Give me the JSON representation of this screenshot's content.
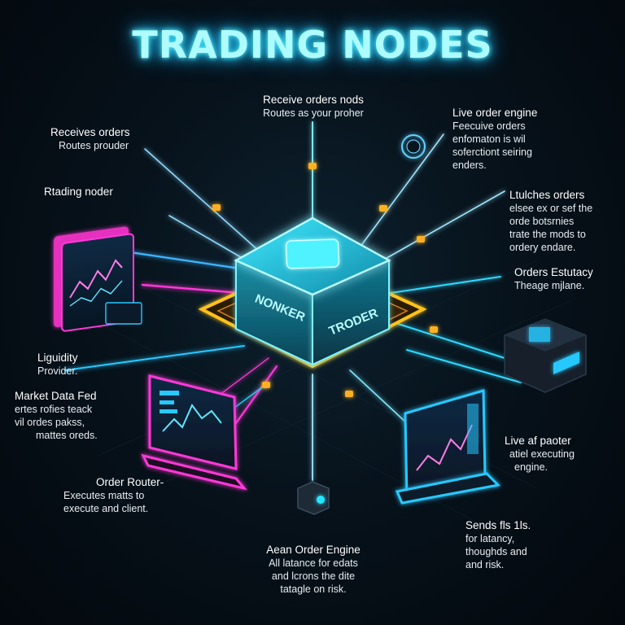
{
  "title": "TRADING NODES",
  "hub": {
    "left_label": "NONKER",
    "right_label": "TRODER"
  },
  "labels": {
    "top_center": {
      "heading": "Receive orders nods",
      "lines": [
        "Routes as your proher"
      ]
    },
    "top_left": {
      "heading": "Receives orders",
      "lines": [
        "Routes prouder"
      ]
    },
    "left_node": {
      "heading": "Rtading noder",
      "lines": []
    },
    "liquidity": {
      "heading": "Liguidity",
      "lines": [
        "Provider."
      ]
    },
    "market_feed": {
      "heading": "Market Data Fed",
      "lines": [
        "ertes rofies teack",
        "vil ordes pakss,",
        "mattes oreds."
      ]
    },
    "order_router": {
      "heading": "Order Router-",
      "lines": [
        "Executes matts to",
        "execute and client."
      ]
    },
    "bottom": {
      "heading": "Aean Order Engine",
      "lines": [
        "All latance for edats",
        "and lcrons the dite",
        "tatagle on risk."
      ]
    },
    "top_right": {
      "heading": "Live order engine",
      "lines": [
        "Feecuive orders",
        "enfomaton is wil",
        "soferctiont seiring",
        "enders."
      ]
    },
    "right_1": {
      "heading": "Ltulches orders",
      "lines": [
        "elsee ex or sef the",
        "orde botsrnies",
        "trate the mods to",
        "ordery endare."
      ]
    },
    "right_2": {
      "heading": "Orders Estutacy",
      "lines": [
        "Theage mjlane."
      ]
    },
    "right_3": {
      "heading": "Live af paoter",
      "lines": [
        "atiel executing",
        "engine."
      ]
    },
    "right_4": {
      "heading": "Sends fls 1ls.",
      "lines": [
        "for latancy,",
        "thoughds and",
        "and risk."
      ]
    }
  },
  "colors": {
    "cyan": "#27e6ff",
    "magenta": "#ff2fd6",
    "gold": "#ffc21a",
    "orange": "#ff9a2a",
    "blue": "#2f9cff"
  }
}
